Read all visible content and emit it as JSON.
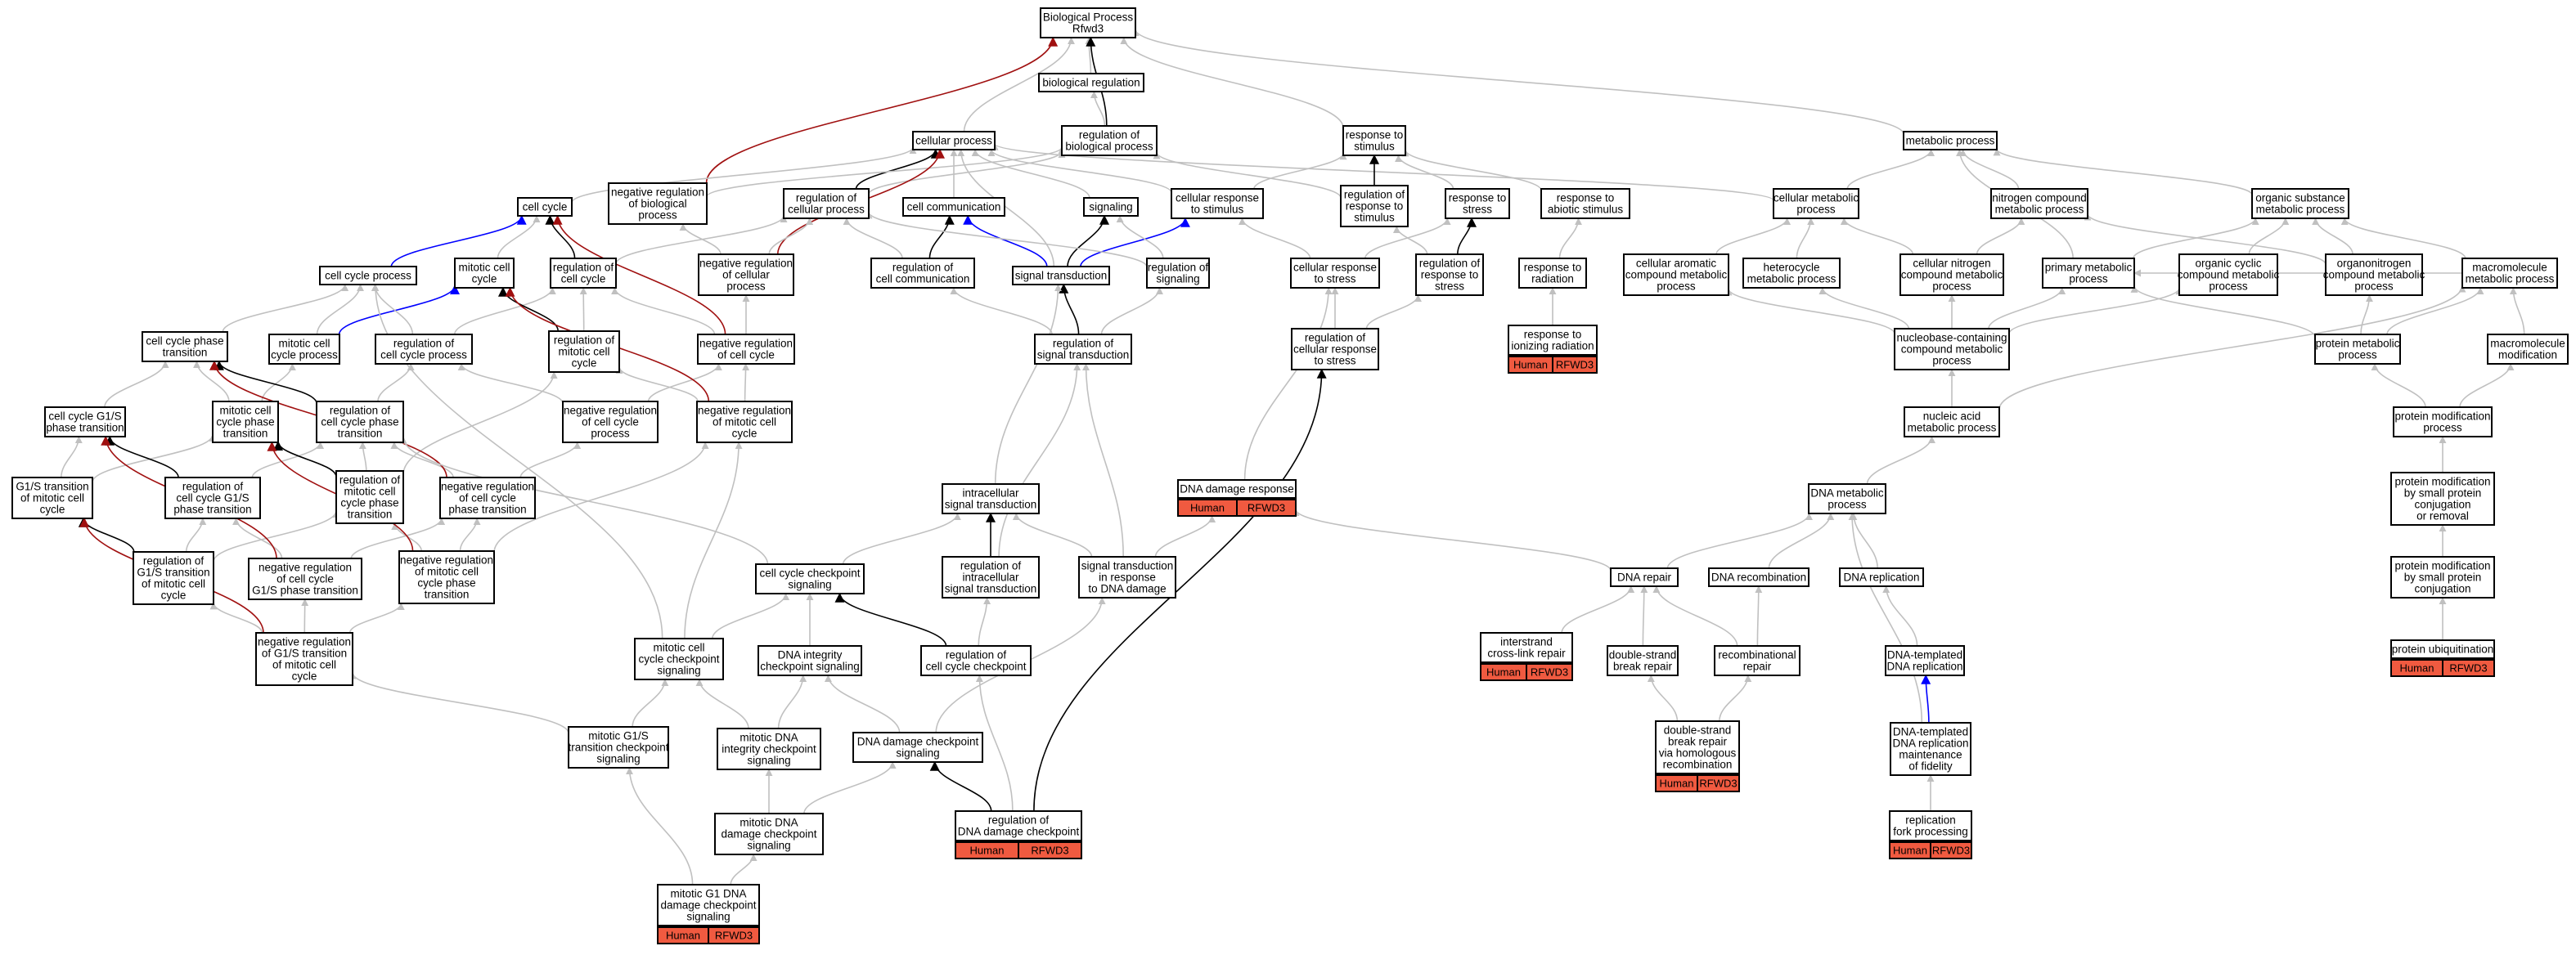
{
  "colors": {
    "gray": "#c0c0c0",
    "black": "#000000",
    "blue": "#0000ff",
    "red": "#a01010",
    "badge": "#f05a40"
  },
  "nodes": {
    "bp": [
      "Biological Process",
      "Rfwd3"
    ],
    "breg": [
      "biological regulation"
    ],
    "cp": [
      "cellular process"
    ],
    "regbp": [
      "regulation of",
      "biological process"
    ],
    "rts": [
      "response to",
      "stimulus"
    ],
    "mp": [
      "metabolic process"
    ],
    "cc": [
      "cell cycle"
    ],
    "nrbp": [
      "negative regulation",
      "of biological",
      "process"
    ],
    "regcp": [
      "regulation of",
      "cellular process"
    ],
    "ccomm": [
      "cell communication"
    ],
    "sig": [
      "signaling"
    ],
    "crs": [
      "cellular response",
      "to stimulus"
    ],
    "regrs": [
      "regulation of",
      "response to",
      "stimulus"
    ],
    "rstress": [
      "response to",
      "stress"
    ],
    "ras": [
      "response to",
      "abiotic stimulus"
    ],
    "cmp": [
      "cellular metabolic",
      "process"
    ],
    "ncmp": [
      "nitrogen compound",
      "metabolic process"
    ],
    "osmp": [
      "organic substance",
      "metabolic process"
    ],
    "ccp": [
      "cell cycle process"
    ],
    "mcc": [
      "mitotic cell",
      "cycle"
    ],
    "regcc": [
      "regulation of",
      "cell cycle"
    ],
    "nrcp": [
      "negative regulation",
      "of cellular",
      "process"
    ],
    "regcomm": [
      "regulation of",
      "cell communication"
    ],
    "st": [
      "signal transduction"
    ],
    "regsig": [
      "regulation of",
      "signaling"
    ],
    "crstress": [
      "cellular response",
      "to stress"
    ],
    "regrstress": [
      "regulation of",
      "response to",
      "stress"
    ],
    "rrad": [
      "response to",
      "radiation"
    ],
    "cacmp": [
      "cellular aromatic",
      "compound metabolic",
      "process"
    ],
    "hmp": [
      "heterocycle",
      "metabolic process"
    ],
    "cncmp": [
      "cellular nitrogen",
      "compound metabolic",
      "process"
    ],
    "pmp": [
      "primary metabolic",
      "process"
    ],
    "occmp": [
      "organic cyclic",
      "compound metabolic",
      "process"
    ],
    "oncmp": [
      "organonitrogen",
      "compound metabolic",
      "process"
    ],
    "mmp": [
      "macromolecule",
      "metabolic process"
    ],
    "ccpt": [
      "cell cycle phase",
      "transition"
    ],
    "mccp": [
      "mitotic cell",
      "cycle process"
    ],
    "regccp": [
      "regulation of",
      "cell cycle process"
    ],
    "regmcc": [
      "regulation of",
      "mitotic cell",
      "cycle"
    ],
    "nrcc": [
      "negative regulation",
      "of cell cycle"
    ],
    "regst": [
      "regulation of",
      "signal transduction"
    ],
    "regcrs": [
      "regulation of",
      "cellular response",
      "to stress"
    ],
    "rir": [
      "response to",
      "ionizing radiation"
    ],
    "nbcmp": [
      "nucleobase-containing",
      "compound metabolic",
      "process"
    ],
    "protmp": [
      "protein metabolic",
      "process"
    ],
    "macmod": [
      "macromolecule",
      "modification"
    ],
    "g1s": [
      "cell cycle G1/S",
      "phase transition"
    ],
    "mccpt": [
      "mitotic cell",
      "cycle phase",
      "transition"
    ],
    "regccpt": [
      "regulation of",
      "cell cycle phase",
      "transition"
    ],
    "nrccp": [
      "negative regulation",
      "of cell cycle",
      "process"
    ],
    "nrmcc": [
      "negative regulation",
      "of mitotic cell",
      "cycle"
    ],
    "namp": [
      "nucleic acid",
      "metabolic process"
    ],
    "pmod": [
      "protein modification",
      "process"
    ],
    "g1smcc": [
      "G1/S transition",
      "of mitotic cell",
      "cycle"
    ],
    "regccg1s": [
      "regulation of",
      "cell cycle G1/S",
      "phase transition"
    ],
    "regmccpt": [
      "regulation of",
      "mitotic cell",
      "cycle phase",
      "transition"
    ],
    "nrccpt": [
      "negative regulation",
      "of cell cycle",
      "phase transition"
    ],
    "ist": [
      "intracellular",
      "signal transduction"
    ],
    "ddr": [
      "DNA damage response"
    ],
    "dnamp": [
      "DNA metabolic",
      "process"
    ],
    "pmodsp": [
      "protein modification",
      "by small protein",
      "conjugation",
      "or removal"
    ],
    "regg1smcc": [
      "regulation of",
      "G1/S transition",
      "of mitotic cell",
      "cycle"
    ],
    "nrccg1s": [
      "negative regulation",
      "of cell cycle",
      "G1/S phase transition"
    ],
    "nrmccpt": [
      "negative regulation",
      "of mitotic cell",
      "cycle phase",
      "transition"
    ],
    "cccs": [
      "cell cycle checkpoint",
      "signaling"
    ],
    "regist": [
      "regulation of",
      "intracellular",
      "signal transduction"
    ],
    "stdd": [
      "signal transduction",
      "in response",
      "to DNA damage"
    ],
    "drep": [
      "DNA repair"
    ],
    "drec": [
      "DNA recombination"
    ],
    "drepl": [
      "DNA replication"
    ],
    "pmodspc": [
      "protein modification",
      "by small protein",
      "conjugation"
    ],
    "nrg1smcc": [
      "negative regulation",
      "of G1/S transition",
      "of mitotic cell",
      "cycle"
    ],
    "mcccs": [
      "mitotic cell",
      "cycle checkpoint",
      "signaling"
    ],
    "dics": [
      "DNA integrity",
      "checkpoint signaling"
    ],
    "regccc": [
      "regulation of",
      "cell cycle checkpoint"
    ],
    "icr": [
      "interstrand",
      "cross-link repair"
    ],
    "dsbr": [
      "double-strand",
      "break repair"
    ],
    "recrep": [
      "recombinational",
      "repair"
    ],
    "dtdr": [
      "DNA-templated",
      "DNA replication"
    ],
    "pubq": [
      "protein ubiquitination"
    ],
    "mg1s": [
      "mitotic G1/S",
      "transition checkpoint",
      "signaling"
    ],
    "mdics": [
      "mitotic DNA",
      "integrity checkpoint",
      "signaling"
    ],
    "ddcs": [
      "DNA damage checkpoint",
      "signaling"
    ],
    "dsbrhr": [
      "double-strand",
      "break repair",
      "via homologous",
      "recombination"
    ],
    "dtdrmf": [
      "DNA-templated",
      "DNA replication",
      "maintenance",
      "of fidelity"
    ],
    "mddcs": [
      "mitotic DNA",
      "damage checkpoint",
      "signaling"
    ],
    "regddc": [
      "regulation of",
      "DNA damage checkpoint"
    ],
    "rfp": [
      "replication",
      "fork processing"
    ],
    "mg1dd": [
      "mitotic G1 DNA",
      "damage checkpoint",
      "signaling"
    ]
  },
  "badge": {
    "species": "Human",
    "gene": "RFWD3"
  }
}
